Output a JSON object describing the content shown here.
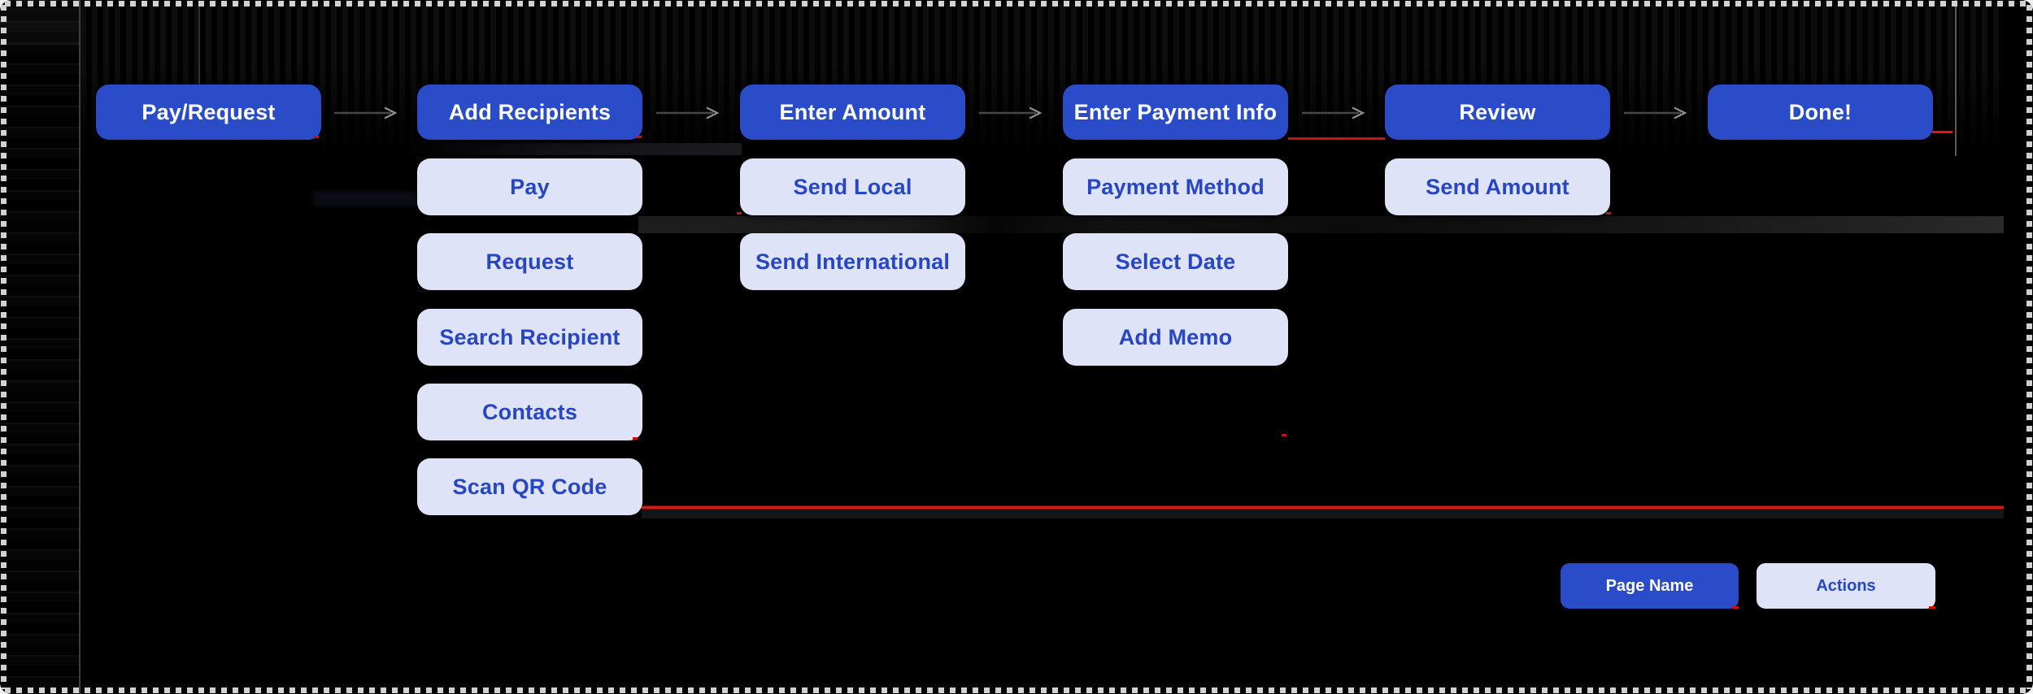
{
  "flow": {
    "columns": [
      {
        "header": "Pay/Request",
        "actions": []
      },
      {
        "header": "Add Recipients",
        "actions": [
          "Pay",
          "Request",
          "Search Recipient",
          "Contacts",
          "Scan QR Code"
        ]
      },
      {
        "header": "Enter Amount",
        "actions": [
          "Send Local",
          "Send International"
        ]
      },
      {
        "header": "Enter Payment Info",
        "actions": [
          "Payment Method",
          "Select Date",
          "Add Memo"
        ]
      },
      {
        "header": "Review",
        "actions": [
          "Send Amount"
        ]
      },
      {
        "header": "Done!",
        "actions": []
      }
    ]
  },
  "legend": {
    "page_name_label": "Page Name",
    "actions_label": "Actions"
  },
  "colors": {
    "page_node": "#2a4cc8",
    "page_text": "#ffffff",
    "action_node": "#dfe3f7",
    "action_text": "#2746c4",
    "annotation_red": "#e8140c",
    "arrow_shaft": "#474747",
    "arrow_head": "#8f8f8f"
  }
}
